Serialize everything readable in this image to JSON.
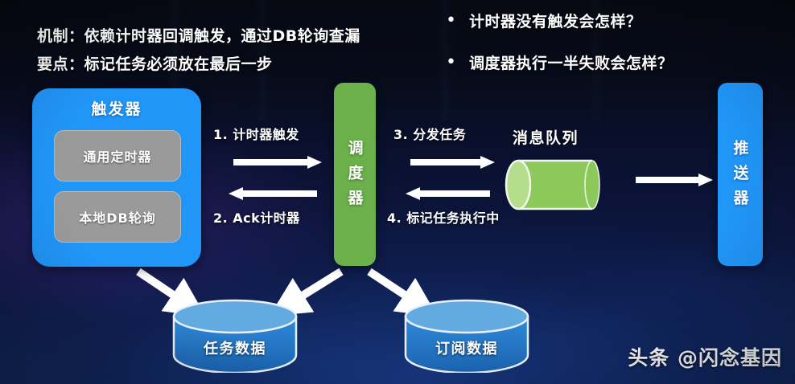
{
  "header": {
    "line1": "机制：依赖计时器回调触发，通过DB轮询查漏",
    "line2": "要点：标记任务必须放在最后一步"
  },
  "questions": {
    "bullet_glyph": "•",
    "items": [
      "计时器没有触发会怎样？",
      "调度器执行一半失败会怎样？"
    ]
  },
  "diagram": {
    "trigger": {
      "title": "触发器",
      "components": [
        "通用定时器",
        "本地DB轮询"
      ]
    },
    "scheduler": {
      "label": "调度器"
    },
    "message_queue": {
      "title": "消息队列"
    },
    "pusher": {
      "label": "推送器"
    },
    "databases": [
      {
        "label": "任务数据"
      },
      {
        "label": "订阅数据"
      }
    ],
    "steps": [
      {
        "id": "1",
        "label": "1. 计时器触发",
        "direction": "right"
      },
      {
        "id": "2",
        "label": "2. Ack计时器",
        "direction": "left"
      },
      {
        "id": "3",
        "label": "3. 分发任务",
        "direction": "right"
      },
      {
        "id": "4",
        "label": "4. 标记任务执行中",
        "direction": "left"
      }
    ]
  },
  "watermark": {
    "text": "头条 @闪念基因"
  },
  "colors": {
    "blue_box": "#2196f9",
    "green_box": "#6cb04b",
    "gray_card": "#9a9a9a",
    "db_cylinder": "#2f86d4",
    "mq_cylinder": "#8cc95a",
    "arrow": "#ffffff",
    "background_top": "#060912",
    "background_bottom": "#122a60"
  }
}
